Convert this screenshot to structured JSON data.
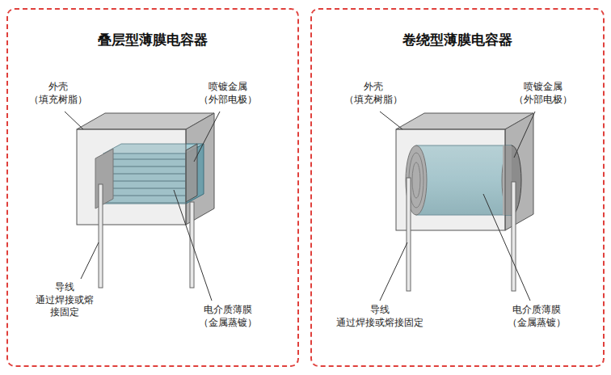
{
  "diagram": {
    "nodes": [
      {
        "text": [
          "叠层型薄膜电容器"
        ]
      },
      {
        "text": [
          "卷绕型薄膜电容器"
        ]
      }
    ],
    "labels": [
      "外壳 （填充树脂）",
      "喷镀金属 （外部电极）",
      "导线 通过焊接或熔接固定",
      "电介质薄膜 （金属蒸镀）",
      "外壳 （填充树脂）",
      "喷镀金属 （外部电极）",
      "导线 通过焊接或熔接固定",
      "电介质薄膜 （金属蒸镀）"
    ]
  }
}
